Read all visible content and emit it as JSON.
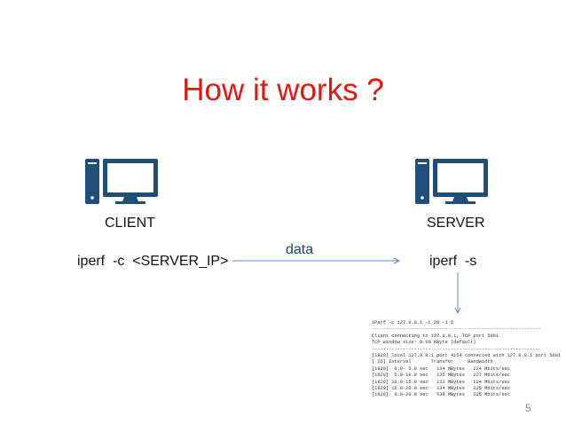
{
  "title": "How it works ?",
  "client": {
    "label": "CLIENT",
    "command": "iperf  -c  <SERVER_IP>"
  },
  "server": {
    "label": "SERVER",
    "command": "iperf  -s"
  },
  "arrow_label": "data",
  "terminal_lines": [
    "iPerf -c 127.0.0.1 -t 20 -i 5",
    "------------------------------------------------------------",
    "Client connecting to 127.0.0.1, TCP port 5001",
    "TCP window size: 8.00 KByte (default)",
    "------------------------------------------------------------",
    "[1920] local 127.0.0.1 port 4154 connected with 127.0.0.1 port 5001",
    "[ ID] Interval       Transfer     Bandwidth",
    "[1920]  0.0- 5.0 sec   134 MBytes   224 Mbits/sec",
    "[1920]  5.0-10.0 sec   135 MBytes   227 Mbits/sec",
    "[1920] 10.0-15.0 sec   133 MBytes   224 Mbits/sec",
    "[1920] 15.0-20.0 sec   134 MBytes   225 Mbits/sec",
    "[1920]  0.0-20.0 sec   536 MBytes   225 Mbits/sec"
  ],
  "page_number": "5",
  "colors": {
    "title": "#e8150f",
    "icon": "#1f4e79",
    "arrow": "#5b8bd0"
  }
}
